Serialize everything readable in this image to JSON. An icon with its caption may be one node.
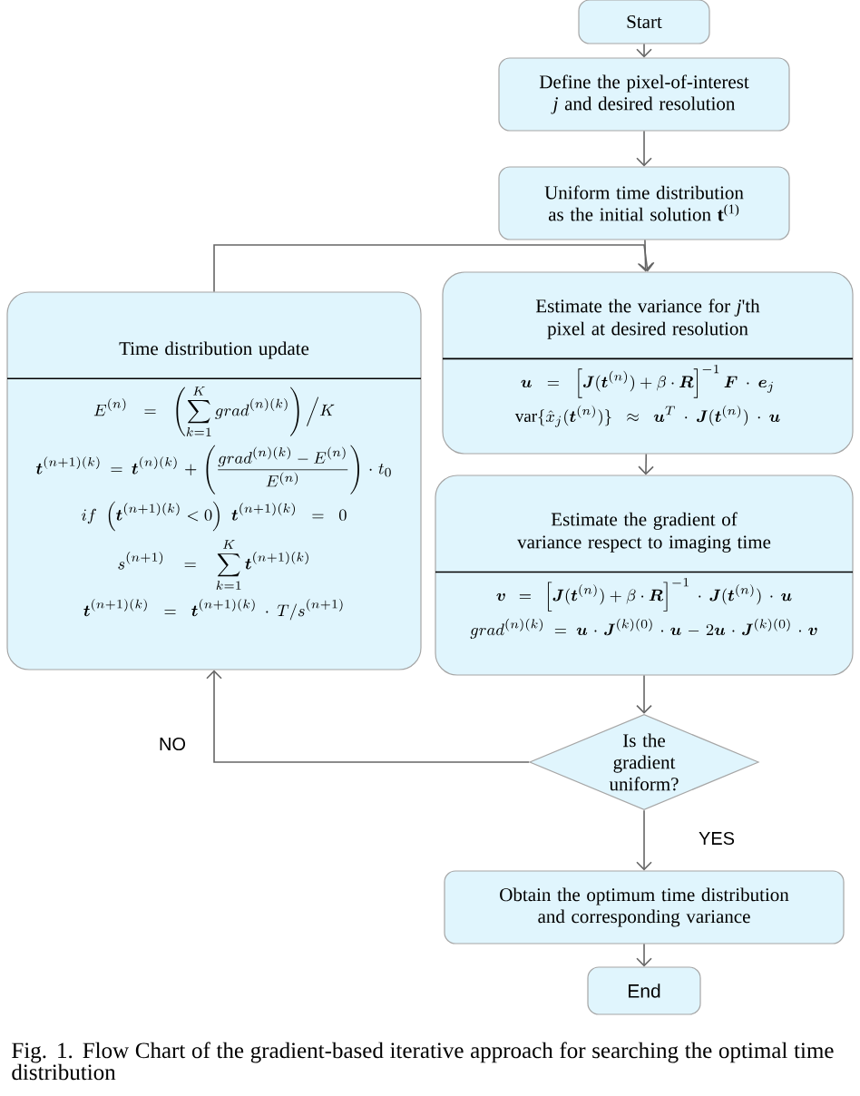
{
  "diagram": {
    "caption": "Fig. 1. Flow Chart of the gradient-based iterative approach for searching the optimal time distribution",
    "nodes": [
      {
        "text": [
          "Start"
        ]
      },
      {
        "text": [
          "Define the pixel-of-interest *j* and desired resolution"
        ]
      },
      {
        "text": [
          "Uniform time distribution as the initial solution **t**$^{(1)}$"
        ]
      },
      {
        "text": [
          "Time distribution update",
          "E^{(n)}=\\left(\\sum_{k=1}^{K} grad^{(n)(k)}\\right)\\Big/K",
          "\\boldsymbol{t}^{(n+1)(k)}=\\boldsymbol{t}^{(n)(k)}+\\left(\\frac{grad^{(n)(k)}-E^{(n)}}{E^{(n)}}\\right)\\cdot t_0",
          "if\\ \\left(\\boldsymbol{t}^{(n+1)(k)}<0\\right)\\ \\boldsymbol{t}^{(n+1)(k)}=0",
          "s^{(n+1)}=\\sum_{k=1}^{K}\\boldsymbol{t}^{(n+1)(k)}",
          "\\boldsymbol{t}^{(n+1)(k)}=\\boldsymbol{t}^{(n+1)(k)}\\cdot T/s^{(n+1)}"
        ]
      },
      {
        "text": [
          "Estimate the variance for *j*'th pixel at desired resolution",
          "\\boldsymbol{u}=\\left[\\boldsymbol{J}(\\boldsymbol{t}^{(n)})+\\beta\\cdot\\boldsymbol{R}\\right]^{-1}\\boldsymbol{F}\\cdot\\boldsymbol{e}_j",
          "\\mathrm{var}\\{\\hat{x}_j(\\boldsymbol{t}^{(n)})\\}\\approx\\boldsymbol{u}^T\\cdot\\boldsymbol{J}(\\boldsymbol{t}^{(n)})\\cdot\\boldsymbol{u}"
        ]
      },
      {
        "text": [
          "Estimate the gradient of variance respect to imaging time",
          "\\boldsymbol{v}=\\left[\\boldsymbol{J}(\\boldsymbol{t}^{(n)})+\\beta\\cdot\\boldsymbol{R}\\right]^{-1}\\cdot\\boldsymbol{J}(\\boldsymbol{t}^{(n)})\\cdot\\boldsymbol{u}",
          "grad^{(n)(k)}=\\boldsymbol{u}\\cdot\\boldsymbol{J}^{(k)(0)}\\cdot\\boldsymbol{u}-2\\boldsymbol{u}\\cdot\\boldsymbol{J}^{(k)(0)}\\cdot\\boldsymbol{v}"
        ]
      },
      {
        "text": [
          "Is the gradient uniform?"
        ]
      },
      {
        "text": [
          "Obtain the optimum time distribution and corresponding variance"
        ]
      },
      {
        "text": [
          "End"
        ]
      }
    ],
    "edges": [
      {
        "from": 0,
        "to": 1,
        "arrow": "to"
      },
      {
        "from": 1,
        "to": 2,
        "arrow": "to"
      },
      {
        "from": 2,
        "to": 4,
        "arrow": "to"
      },
      {
        "from": 3,
        "to": 4,
        "arrow": "to"
      },
      {
        "from": 4,
        "to": 5,
        "arrow": "to"
      },
      {
        "from": 5,
        "to": 6,
        "arrow": "to"
      },
      {
        "from": 6,
        "to": 3,
        "label": "NO",
        "arrow": "to"
      },
      {
        "from": 6,
        "to": 7,
        "label": "YES",
        "arrow": "to"
      },
      {
        "from": 7,
        "to": 8,
        "arrow": "to"
      }
    ]
  }
}
